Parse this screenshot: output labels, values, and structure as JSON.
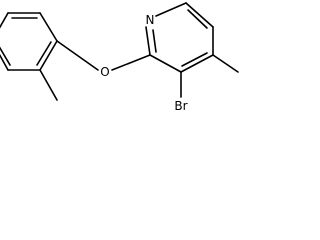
{
  "molecule": {
    "atoms": {
      "nitrogen": "N",
      "oxygen": "O",
      "bromine": "Br"
    },
    "colors": {
      "bond": "#000000",
      "background": "#ffffff"
    }
  }
}
